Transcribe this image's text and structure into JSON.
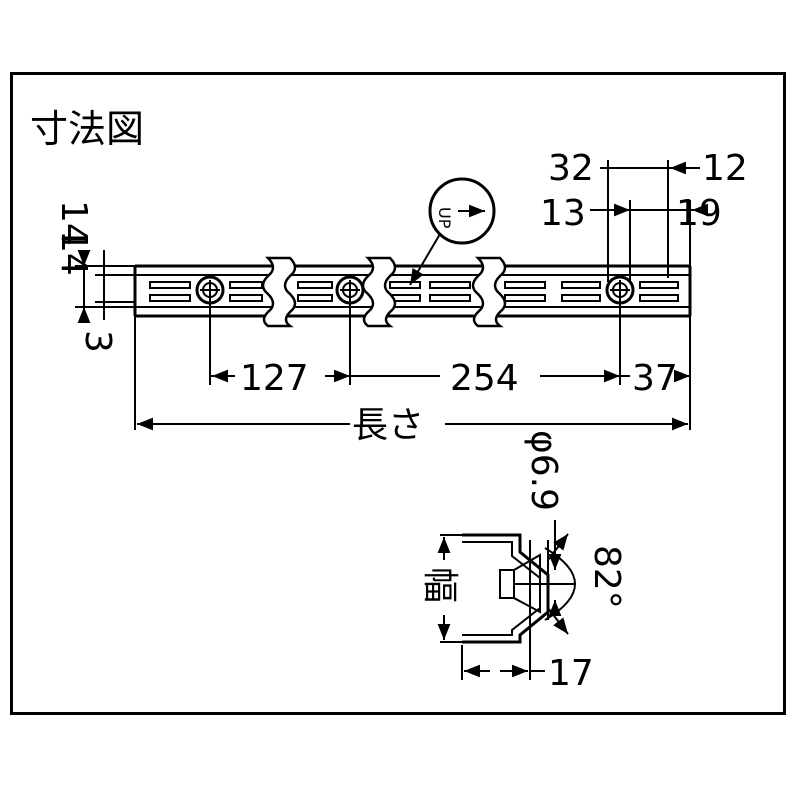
{
  "title": "寸法図",
  "dimensions": {
    "d32": "32",
    "d12": "12",
    "d13": "13",
    "d19": "19",
    "d14a": "14",
    "d14b": "14",
    "d3": "3",
    "d127": "127",
    "d254": "254",
    "d37": "37",
    "length": "長さ",
    "phi": "φ6.9",
    "angle": "82°",
    "width": "幅",
    "d17": "17"
  },
  "up_label": "UP"
}
